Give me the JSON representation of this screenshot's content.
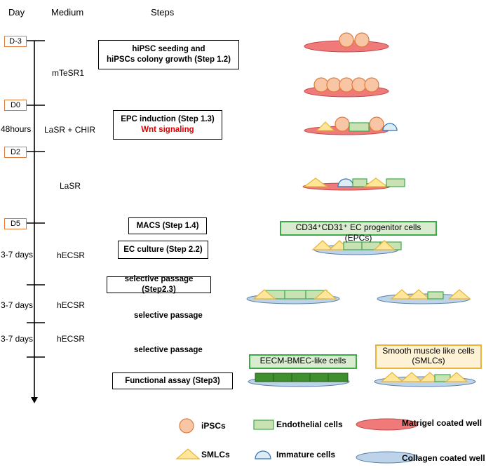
{
  "headers": {
    "day": "Day",
    "medium": "Medium",
    "steps": "Steps"
  },
  "days": [
    "D-3",
    "D0",
    "D2",
    "D5"
  ],
  "durations": [
    "48hours",
    "3-7 days",
    "3-7 days",
    "3-7 days"
  ],
  "media": [
    "mTeSR1",
    "LaSR + CHIR",
    "LaSR",
    "hECSR",
    "hECSR",
    "hECSR"
  ],
  "steps": {
    "seeding_line1": "hiPSC seeding and",
    "seeding_line2": "hiPSCs colony growth (Step 1.2)",
    "epc_induction": "EPC induction (Step 1.3)",
    "wnt": "Wnt signaling",
    "macs": "MACS (Step 1.4)",
    "ec_culture": "EC culture (Step 2.2)",
    "selective_passage_step": "selective passage (Step2.3)",
    "selective_passage_1": "selective passage",
    "selective_passage_2": "selective passage",
    "functional_assay": "Functional assay (Step3)"
  },
  "cell_labels": {
    "epcs": "CD34⁺CD31⁺ EC progenitor cells (EPCs)",
    "eecm": "EECM-BMEC-like cells",
    "smlc_line1": "Smooth muscle like cells",
    "smlc_line2": "(SMLCs)"
  },
  "legend": {
    "ipscs": "iPSCs",
    "endothelial": "Endothelial cells",
    "matrigel": "Matrigel coated well",
    "smlcs": "SMLCs",
    "immature": "Immature cells",
    "collagen": "Collagen coated well"
  },
  "colors": {
    "matrigel": "#F07A7A",
    "collagen": "#BDD3EA",
    "ipsc": "#F8C6A4",
    "endothelial": "#C9E2B3",
    "smlc": "#FFE699",
    "immature": "#DDEBF7",
    "eecm_dark": "#3F8F2E",
    "day_box": "#E07B39",
    "wnt": "#E00000"
  }
}
